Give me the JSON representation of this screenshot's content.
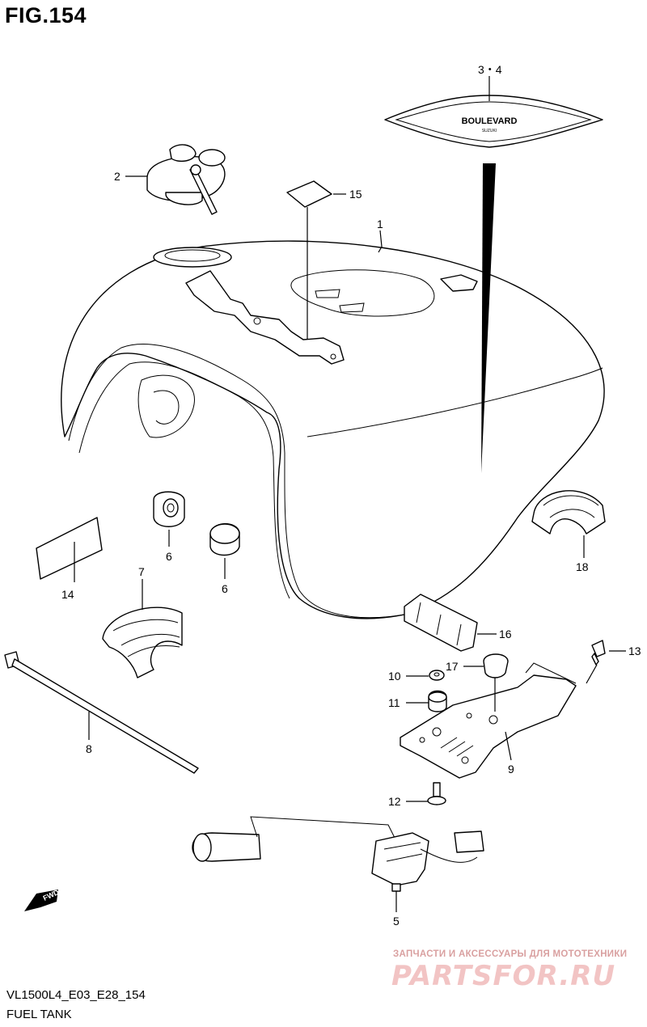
{
  "figure": {
    "title": "FIG.154"
  },
  "footer": {
    "model_code": "VL1500L4_E03_E28_154",
    "section_name": "FUEL TANK"
  },
  "watermark": {
    "line1": "ЗАПЧАСТИ И АКСЕССУАРЫ ДЛЯ МОТОТЕХНИКИ",
    "logo": "PARTSFOR.RU"
  },
  "direction_badge": {
    "label": "FWD"
  },
  "emblem": {
    "text": "BOULEVARD",
    "subtext": "SUZUKI"
  },
  "callouts": {
    "c1": "1",
    "c2": "2",
    "c34": "3・4",
    "c5": "5",
    "c6a": "6",
    "c6b": "6",
    "c7": "7",
    "c8": "8",
    "c9": "9",
    "c10": "10",
    "c11": "11",
    "c12": "12",
    "c13": "13",
    "c14": "14",
    "c15": "15",
    "c16": "16",
    "c17": "17",
    "c18": "18"
  }
}
